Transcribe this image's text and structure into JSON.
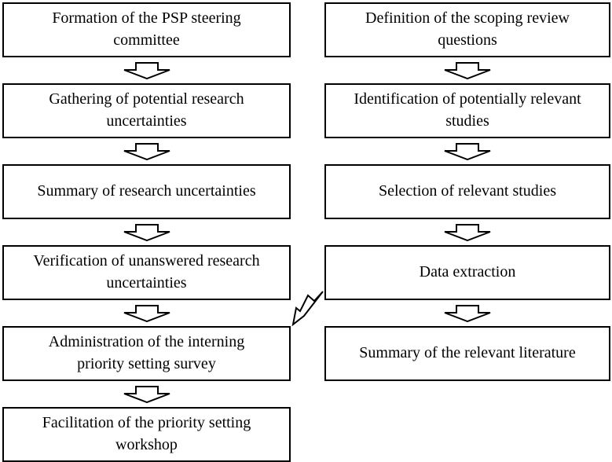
{
  "flowchart": {
    "colors": {
      "background": "#ffffff",
      "box_border": "#000000",
      "text": "#000000",
      "arrow_outline": "#000000",
      "arrow_fill": "#ffffff"
    },
    "left_steps": [
      {
        "label": "Formation of the PSP steering\ncommittee"
      },
      {
        "label": "Gathering of potential research\nuncertainties"
      },
      {
        "label": "Summary of research uncertainties"
      },
      {
        "label": "Verification of unanswered research\nuncertainties"
      },
      {
        "label": "Administration of the interning\npriority setting survey"
      },
      {
        "label": "Facilitation of the priority setting\nworkshop"
      }
    ],
    "right_steps": [
      {
        "label": "Definition of the scoping review\nquestions"
      },
      {
        "label": "Identification of potentially relevant\nstudies"
      },
      {
        "label": "Selection of relevant studies"
      },
      {
        "label": "Data extraction"
      },
      {
        "label": "Summary of the relevant literature"
      }
    ],
    "icons": {
      "down_arrow": "hollow-block-down-arrow",
      "cross_link_arrow": "hollow-jagged-down-left-arrow"
    }
  }
}
